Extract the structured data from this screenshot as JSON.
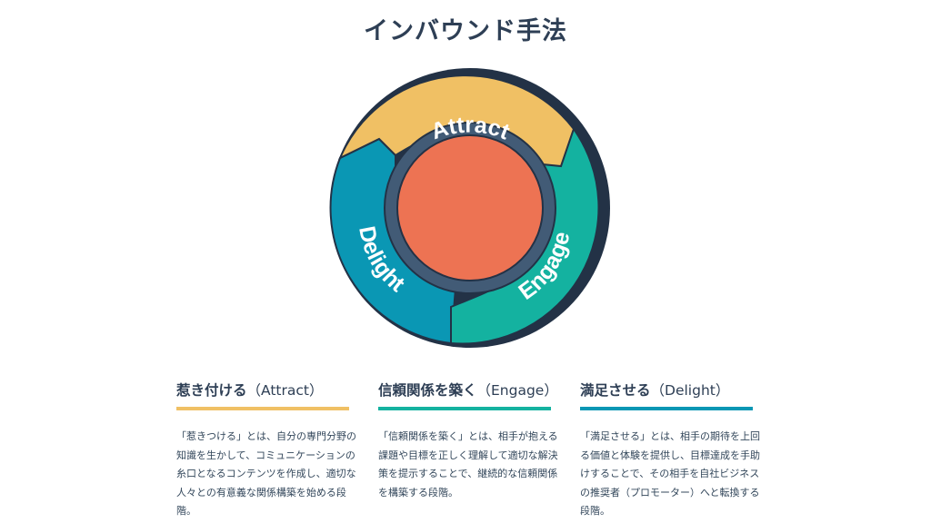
{
  "title": "インバウンド手法",
  "flywheel": {
    "segments": [
      {
        "key": "attract",
        "label": "Attract",
        "color": "#f0c064"
      },
      {
        "key": "engage",
        "label": "Engage",
        "color": "#14b2a0"
      },
      {
        "key": "delight",
        "label": "Delight",
        "color": "#0a97b4"
      }
    ],
    "hub_color": "#ed7353",
    "ring_color": "#425b76",
    "outline_color": "#233246"
  },
  "columns": [
    {
      "heading": "惹き付ける",
      "subheading": "（Attract）",
      "accent": "#f0c064",
      "body": "「惹きつける」とは、自分の専門分野の知識を生かして、コミュニケーションの糸口となるコンテンツを作成し、適切な人々との有意義な関係構築を始める段階。"
    },
    {
      "heading": "信頼関係を築く",
      "subheading": "（Engage）",
      "accent": "#14b2a0",
      "body": "「信頼関係を築く」とは、相手が抱える課題や目標を正しく理解して適切な解決策を提示することで、継続的な信頼関係を構築する段階。"
    },
    {
      "heading": "満足させる",
      "subheading": "（Delight）",
      "accent": "#0a97b4",
      "body": "「満足させる」とは、相手の期待を上回る価値と体験を提供し、目標達成を手助けすることで、その相手を自社ビジネスの推奨者（プロモーター）へと転換する段階。"
    }
  ]
}
